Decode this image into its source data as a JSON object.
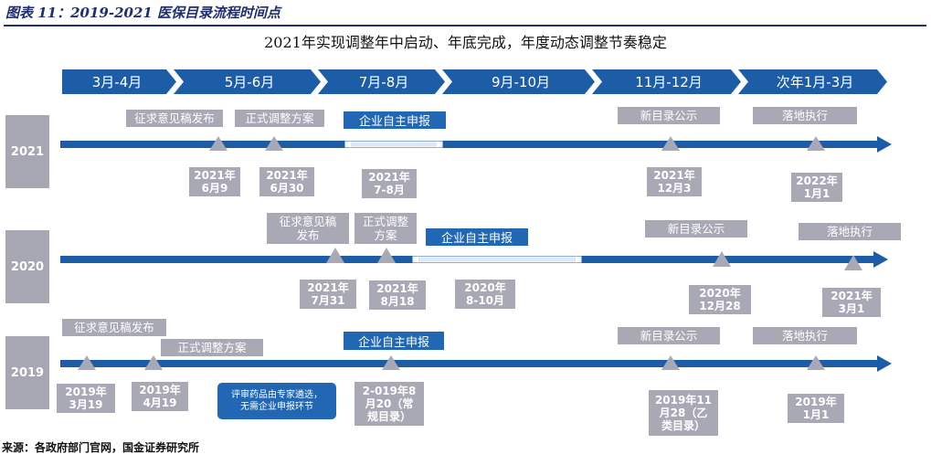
{
  "figure_title": "图表 11：2019-2021 医保目录流程时间点",
  "subtitle": "2021年实现调整年中启动、年底完成，年度动态调整节奏稳定",
  "phases": [
    "3月-4月",
    "5月-6月",
    "7月-8月",
    "9月-10月",
    "11月-12月",
    "次年1月-3月"
  ],
  "years": [
    "2021",
    "2020",
    "2019"
  ],
  "row2021": {
    "tags": [
      "征求意见稿发布",
      "正式调整方案",
      "新目录公示",
      "落地执行"
    ],
    "self_report": "企业自主申报",
    "dates": [
      [
        "2021年",
        "6月9"
      ],
      [
        "2021年",
        "6月30"
      ],
      [
        "2021年",
        "7-8月"
      ],
      [
        "2021年",
        "12月3"
      ],
      [
        "2022年",
        "1月1"
      ]
    ]
  },
  "row2020": {
    "tags": [
      [
        "征求意见稿",
        "发布"
      ],
      [
        "正式调整",
        "方案"
      ],
      [
        "新目录公示"
      ],
      [
        "落地执行"
      ]
    ],
    "self_report": "企业自主申报",
    "dates": [
      [
        "2021年",
        "7月31"
      ],
      [
        "2021年",
        "8月18"
      ],
      [
        "2020年",
        "8-10月"
      ],
      [
        "2020年",
        "12月28"
      ],
      [
        "2021年",
        "3月1"
      ]
    ]
  },
  "row2019": {
    "tags": [
      "征求意见稿发布",
      "正式调整方案",
      "新目录公示",
      "落地执行"
    ],
    "self_report": "企业自主申报",
    "note": [
      "评审药品由专家遴选，",
      "无需企业申报环节"
    ],
    "dates": [
      [
        "2019年",
        "3月19"
      ],
      [
        "2019年",
        "4月19"
      ],
      [
        "2-019年8",
        "月20（常",
        "规目录）"
      ],
      [
        "2019年11",
        "月28（乙",
        "类目录）"
      ],
      [
        "2019年",
        "1月1"
      ]
    ]
  },
  "source": "来源：各政府部门官网，国金证券研究所",
  "colors": {
    "dark_blue": "#1d5da8",
    "mid_blue": "#2167b3",
    "gray": "#a9a9b6",
    "title_navy": "#1d2f6f"
  }
}
